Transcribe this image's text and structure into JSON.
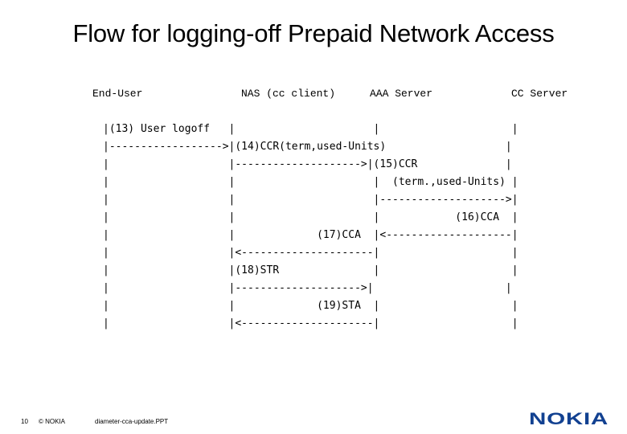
{
  "title": "Flow for logging-off Prepaid Network Access",
  "columns": {
    "end_user": "End-User",
    "nas": "NAS (cc client)",
    "aaa": "AAA Server",
    "cc": "CC Server"
  },
  "flow_lines": [
    "|(13) User logoff   |                      |                     |",
    "|------------------>|(14)CCR(term,used-Units)                   |",
    "|                   |-------------------->|(15)CCR              |",
    "|                   |                      |  (term.,used-Units) |",
    "|                   |                      |-------------------->|",
    "|                   |                      |            (16)CCA  |",
    "|                   |             (17)CCA  |<--------------------|",
    "|                   |<---------------------|                     |",
    "|                   |(18)STR               |                     |",
    "|                   |-------------------->|                     |",
    "|                   |             (19)STA  |                     |",
    "|                   |<---------------------|                     |"
  ],
  "footer": {
    "page_number": "10",
    "copyright": "© NOKIA",
    "filename": "diameter-cca-update.PPT"
  },
  "logo": {
    "text": "NOKIA",
    "color": "#124191"
  }
}
